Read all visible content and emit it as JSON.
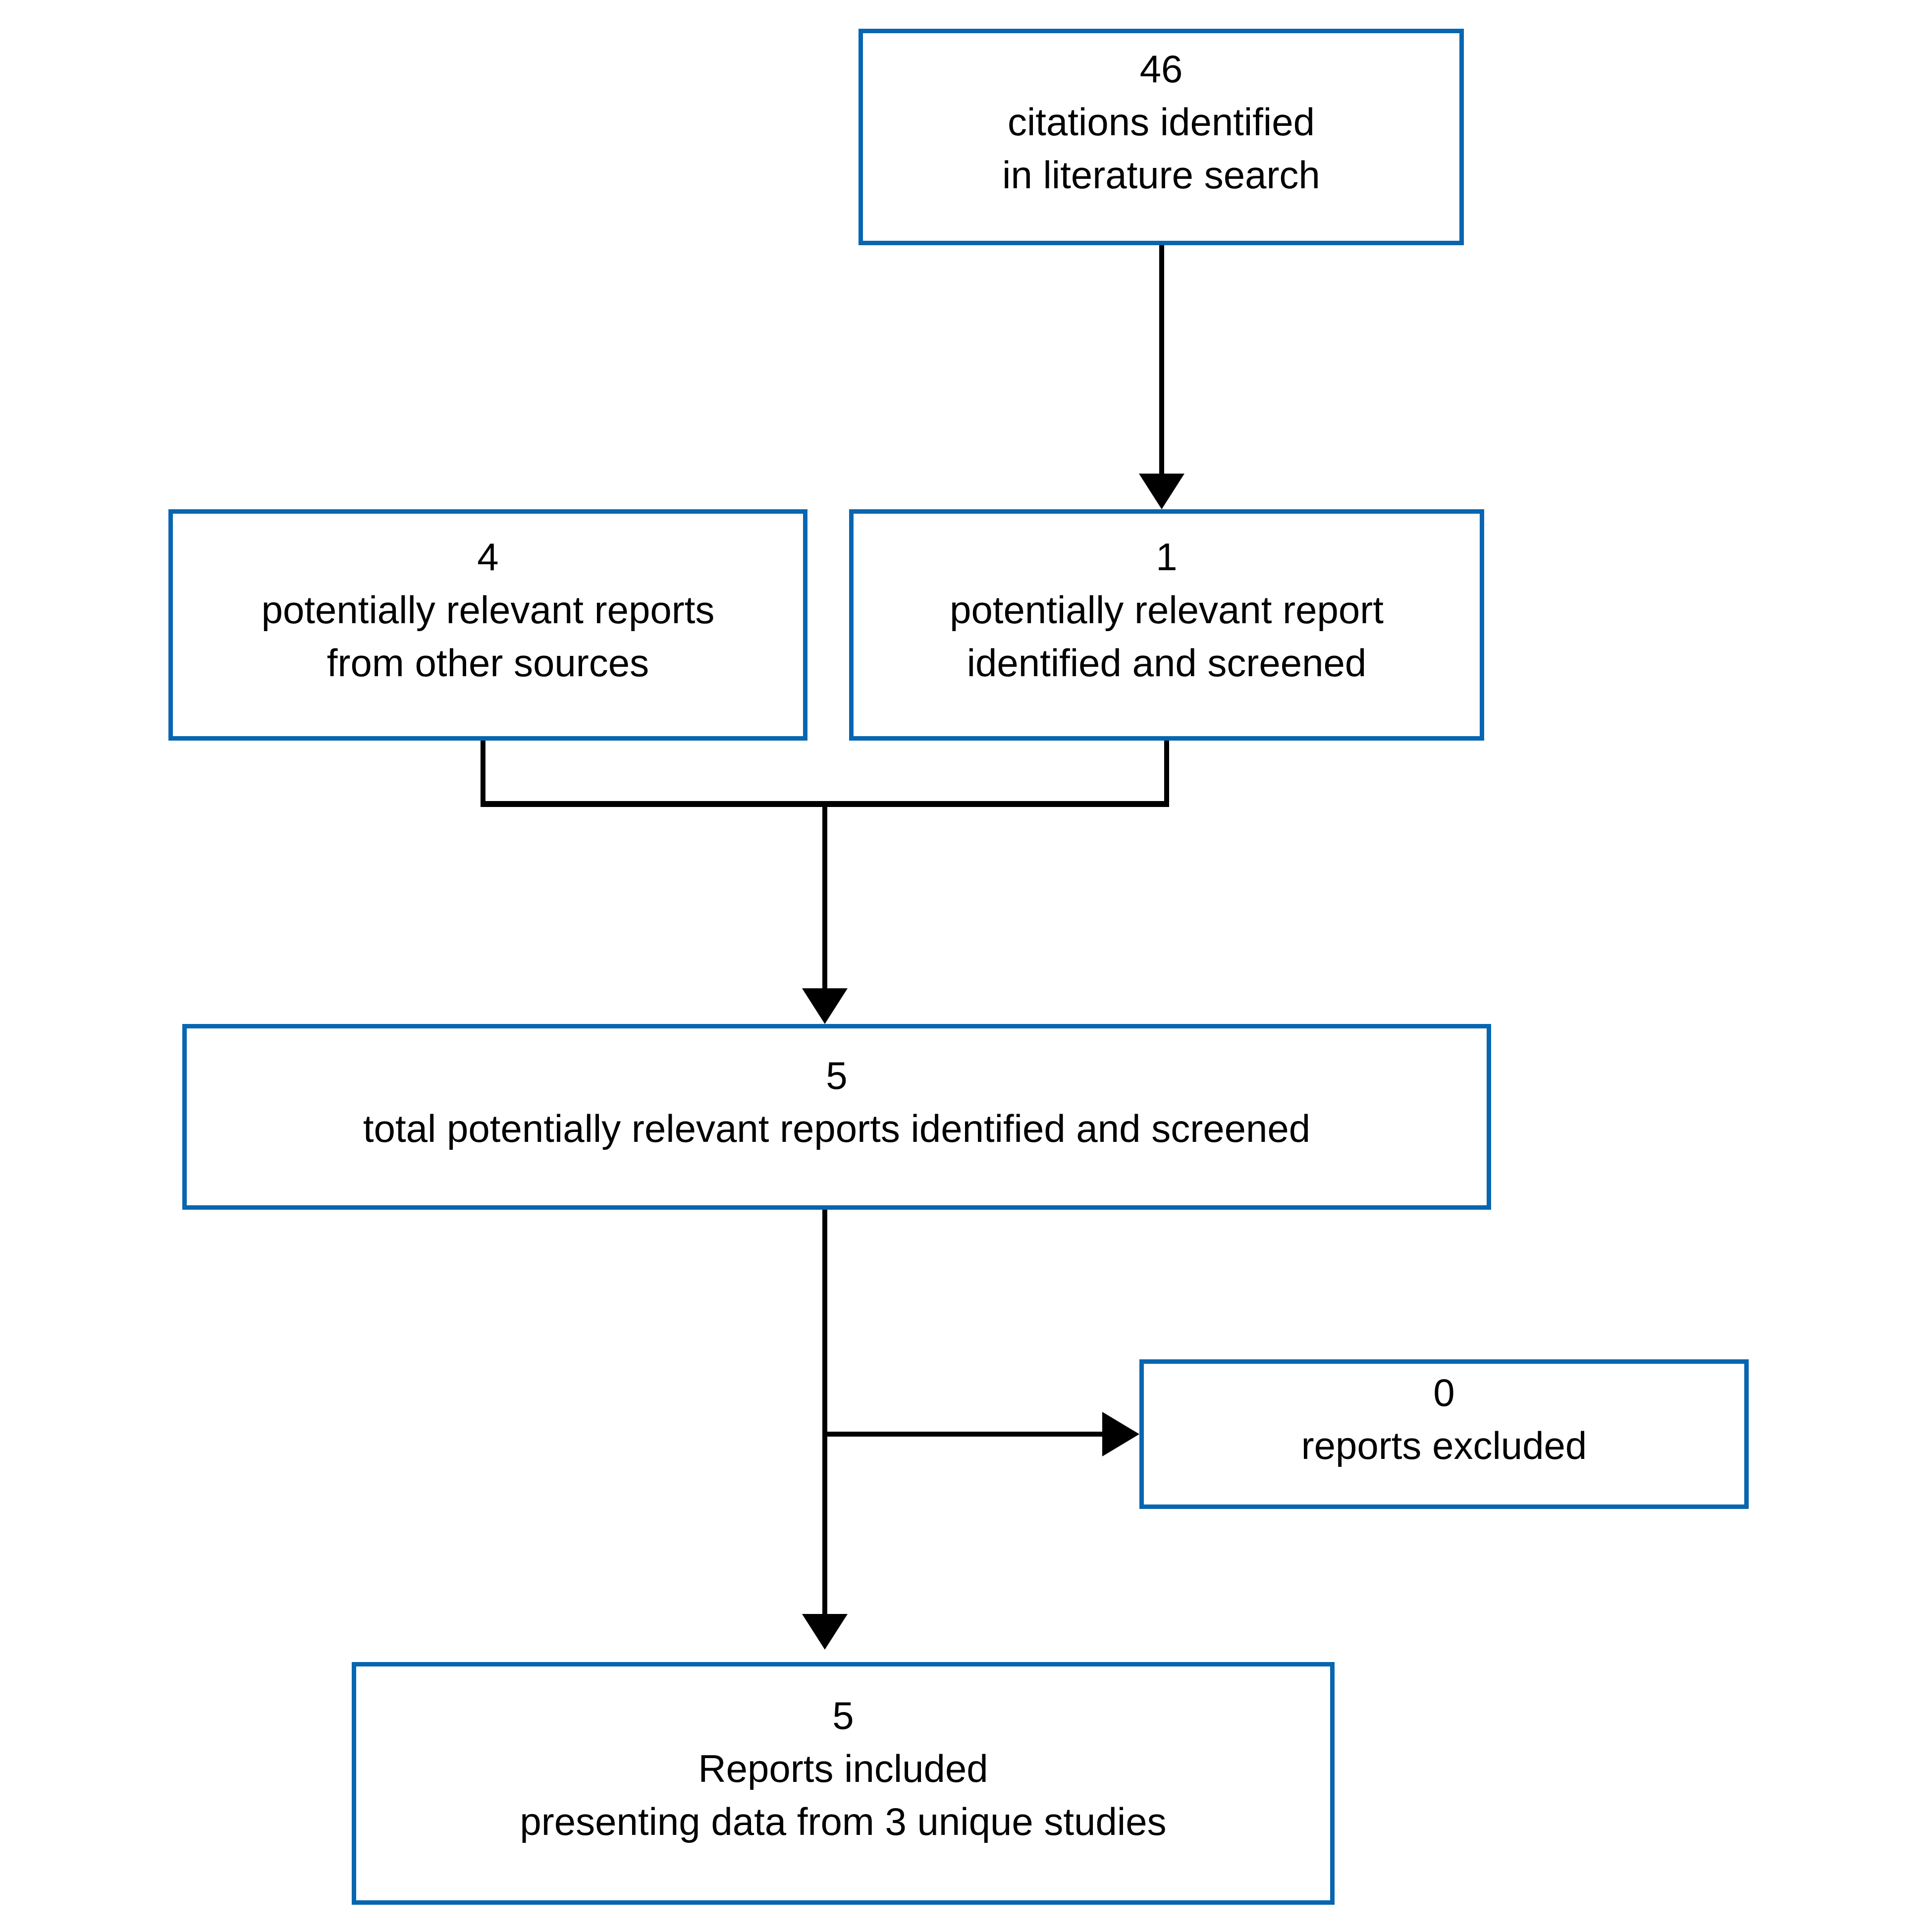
{
  "colors": {
    "accent": "#0866b0",
    "connector": "#000000",
    "background": "#ffffff",
    "text": "#000000"
  },
  "boxes": {
    "citations": {
      "count": "46",
      "lines": [
        "citations identified",
        "in literature search"
      ]
    },
    "other_sources": {
      "count": "4",
      "lines": [
        "potentially relevant reports",
        "from other sources"
      ]
    },
    "screened": {
      "count": "1",
      "lines": [
        "potentially relevant report",
        "identified and screened"
      ]
    },
    "total": {
      "count": "5",
      "lines": [
        "total potentially relevant reports identified and screened"
      ]
    },
    "excluded": {
      "count": "0",
      "lines": [
        "reports excluded"
      ]
    },
    "included": {
      "count": "5",
      "lines": [
        "Reports included",
        "presenting data from 3 unique studies"
      ]
    }
  }
}
